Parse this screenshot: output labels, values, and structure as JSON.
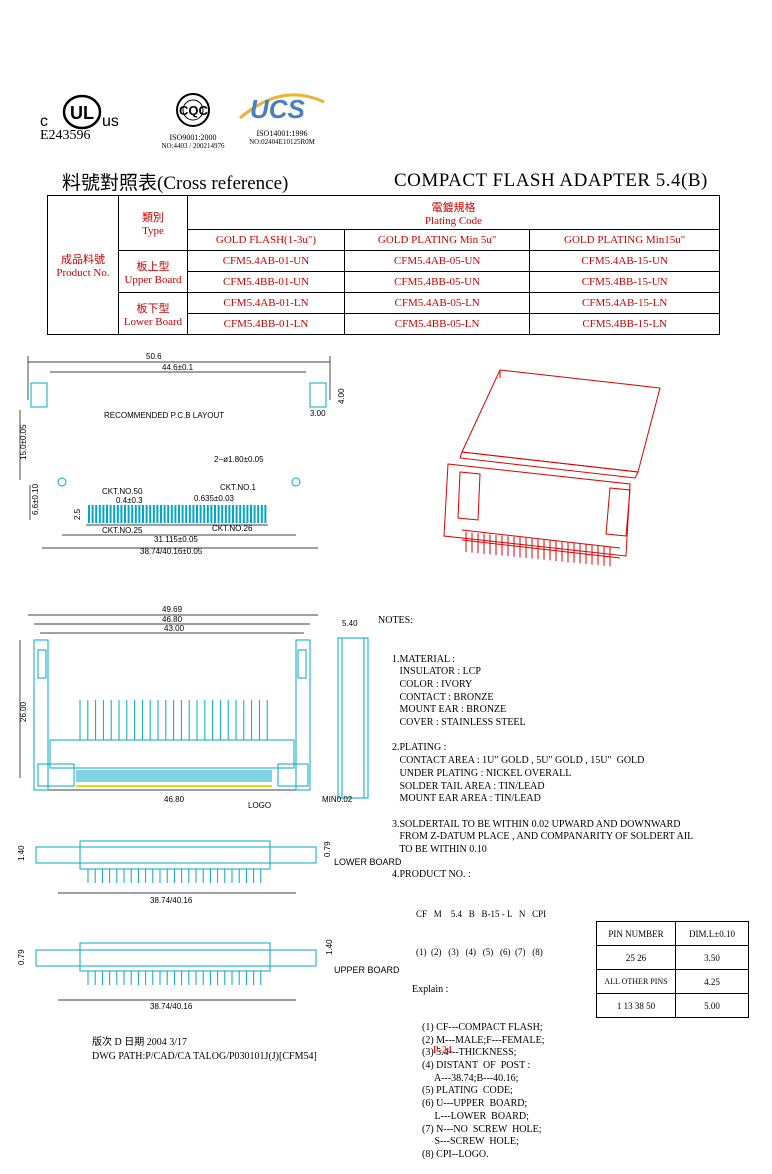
{
  "logos": {
    "ul_mark": "UL",
    "ul_c": "c",
    "ul_us": "us",
    "ul_number": "E243596",
    "cqc_mark": "CQC",
    "cqc_cert1": "ISO9001:2000",
    "cqc_cert2": "NO:4403 / 200214976",
    "ucs_mark": "UCS",
    "ucs_cert1": "ISO14001:1996",
    "ucs_cert2": "NO:02404E10125R0M"
  },
  "cross_title": "料號對照表(Cross reference)",
  "main_title": "COMPACT  FLASH  ADAPTER 5.4(B)",
  "table": {
    "plating_cn": "電鍍規格",
    "plating_en": "Plating Code",
    "type_cn": "類別",
    "type_en": "Type",
    "product_cn": "成品料號",
    "product_en": "Product No.",
    "upper_cn": "板上型",
    "upper_en": "Upper Board",
    "lower_cn": "板下型",
    "lower_en": "Lower Board",
    "col1": "GOLD FLASH(1-3u\")",
    "col2": "GOLD PLATING Min 5u\"",
    "col3": "GOLD PLATING Min15u\"",
    "rows": [
      [
        "CFM5.4AB-01-UN",
        "CFM5.4AB-05-UN",
        "CFM5.4AB-15-UN"
      ],
      [
        "CFM5.4BB-01-UN",
        "CFM5.4BB-05-UN",
        "CFM5.4BB-15-UN"
      ],
      [
        "CFM5.4AB-01-LN",
        "CFM5.4AB-05-LN",
        "CFM5.4AB-15-LN"
      ],
      [
        "CFM5.4BB-01-LN",
        "CFM5.4BB-05-LN",
        "CFM5.4BB-15-LN"
      ]
    ]
  },
  "pcb": {
    "d506": "50.6",
    "d446": "44.6±0.1",
    "d400": "4.00",
    "d300": "3.00",
    "layout": "RECOMMENDED  P.C.B  LAYOUT",
    "d150": "15.0±0.05",
    "hole": "2−ø1.80±0.05",
    "d66": "6.6±0.10",
    "d25": "2.5",
    "ckt50": "CKT.NO.50",
    "ckt1": "CKT.NO.1",
    "d04": "0.4±0.3",
    "d0635": "0.635±0.03",
    "ckt25": "CKT.NO.25",
    "ckt26": "CKT.NO.26",
    "d31115": "31.115±0.05",
    "d3874": "38.74/40.16±0.05"
  },
  "front": {
    "d4969": "49.69",
    "d4680": "46.80",
    "d4300": "43.00",
    "d540": "5.40",
    "d2600": "26.00",
    "d4680b": "46.80",
    "logo": "LOGO",
    "min": "MIN0.02"
  },
  "side": {
    "d140": "1.40",
    "d079": "0.79",
    "lower": "LOWER  BOARD",
    "upper": "UPPER  BOARD",
    "d3874a": "38.74/40.16",
    "d3874b": "38.74/40.16",
    "d140b": "1.40",
    "d079b": "0.79"
  },
  "notes": {
    "title": "NOTES:",
    "lines": [
      "1.MATERIAL :",
      "   INSULATOR : LCP",
      "   COLOR : IVORY",
      "   CONTACT : BRONZE",
      "   MOUNT EAR : BRONZE",
      "   COVER : STAINLESS STEEL",
      "",
      "2.PLATING :",
      "   CONTACT AREA : 1U\" GOLD , 5U\" GOLD , 15U\"  GOLD",
      "   UNDER PLATING : NICKEL OVERALL",
      "   SOLDER TAIL AREA : TIN/LEAD",
      "   MOUNT EAR AREA : TIN/LEAD",
      "",
      "3.SOLDERTAIL TO BE WITHIN 0.02 UPWARD AND DOWNWARD",
      "   FROM Z-DATUM PLACE , AND COMPANARITY OF SOLDERT AIL",
      "   TO BE WITHIN 0.10",
      "",
      "4.PRODUCT NO. :"
    ],
    "code": "CF   M    5.4   B   B-15 - L   N   CPI",
    "code_nums": "(1)  (2)   (3)   (4)   (5)   (6)  (7)   (8)",
    "explain_title": "Explain :",
    "explain": [
      "(1) CF---COMPACT FLASH;",
      "(2) M---MALE;F---FEMALE;",
      "(3) 5.4---THICKNESS;",
      "(4) DISTANT  OF  POST :",
      "     A---38.74;B---40.16;",
      "(5) PLATING  CODE;",
      "(6) U---UPPER  BOARD;",
      "     L---LOWER  BOARD;",
      "(7) N---NO  SCREW  HOLE;",
      "     S---SCREW  HOLE;",
      "(8) CPI--LOGO."
    ]
  },
  "pin_table": {
    "h1": "PIN NUMBER",
    "h2": "DIM.L±0.10",
    "r1a": "25     26",
    "r1b": "3.50",
    "r2a": "ALL OTHER PINS",
    "r2b": "4.25",
    "r3a": "1   13   38   50",
    "r3b": "5.00"
  },
  "footer": {
    "version": "版次 D     日期    2004 3/17",
    "path": "DWG PATH:P/CAD/CA TALOG/P030101J(J)[CFM54]",
    "page": "P-24."
  }
}
